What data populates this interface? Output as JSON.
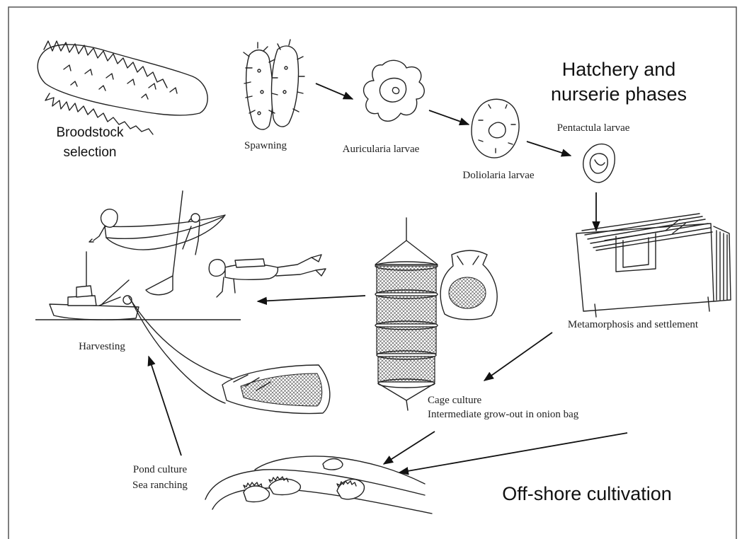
{
  "phases": {
    "hatchery_line1": "Hatchery and",
    "hatchery_line2": "nurserie phases",
    "offshore": "Off-shore cultivation"
  },
  "stages": {
    "broodstock_line1": "Broodstock",
    "broodstock_line2": "selection",
    "spawning": "Spawning",
    "auricularia": "Auricularia larvae",
    "doliolaria": "Doliolaria larvae",
    "pentactula": "Pentactula larvae",
    "metamorphosis": "Metamorphosis and settlement",
    "cage_line1": "Cage culture",
    "cage_line2": "Intermediate grow-out in onion bag",
    "pond_line1": "Pond culture",
    "pond_line2": "Sea ranching",
    "harvesting": "Harvesting"
  },
  "colors": {
    "ink": "#222222",
    "frame": "#555555",
    "background": "#ffffff"
  }
}
